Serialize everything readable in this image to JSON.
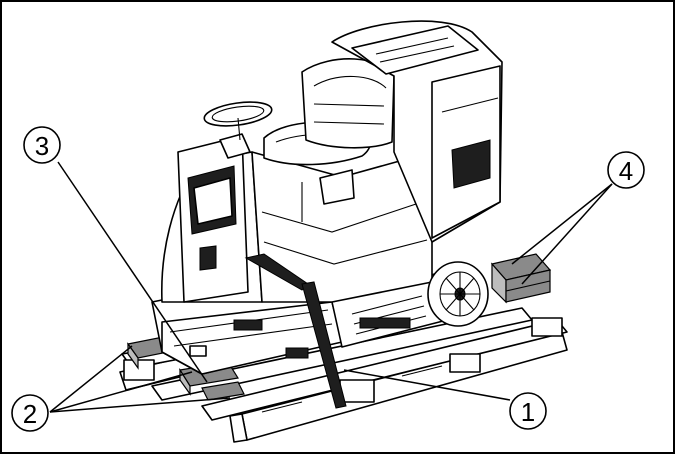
{
  "callouts": [
    {
      "id": "1",
      "label": "1"
    },
    {
      "id": "2",
      "label": "2"
    },
    {
      "id": "3",
      "label": "3"
    },
    {
      "id": "4",
      "label": "4"
    }
  ],
  "colors": {
    "line": "#000000",
    "background": "#ffffff",
    "block": "#8a8a8a",
    "strap": "#1e1e1e"
  }
}
